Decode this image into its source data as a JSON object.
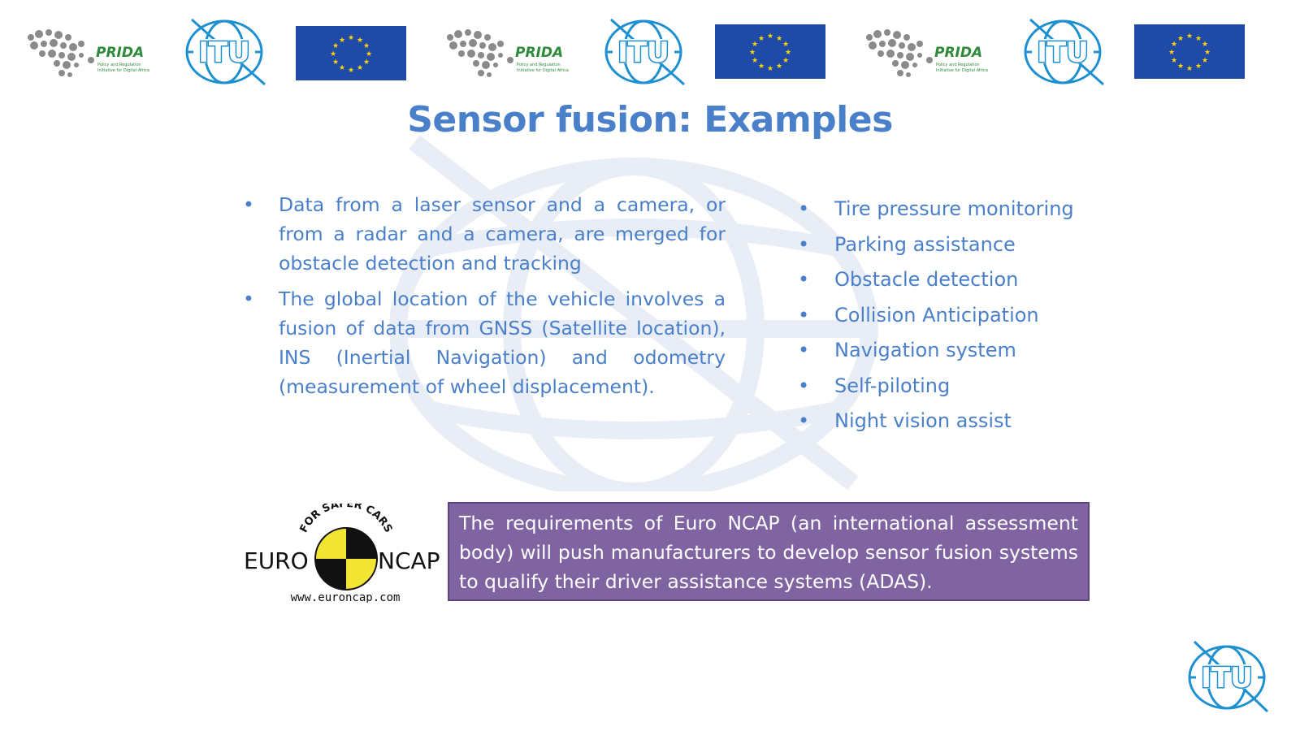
{
  "slide": {
    "title": "Sensor fusion: Examples",
    "left_bullets": [
      "Data from a laser sensor and a camera, or from a radar and a camera, are merged for obstacle detection and tracking",
      "The global location of the vehicle involves a fusion of data from GNSS (Satellite location), INS (Inertial Navigation) and odometry (measurement of wheel displacement)."
    ],
    "right_bullets": [
      "Tire pressure monitoring",
      "Parking assistance",
      "Obstacle detection",
      "Collision Anticipation",
      "Navigation system",
      "Self-piloting",
      "Night vision assist"
    ],
    "bullet_glyph": "•",
    "info_box": "The requirements of Euro NCAP (an international assessment body) will push manufacturers to develop sensor fusion systems to qualify their driver assistance systems (ADAS)."
  },
  "logos": {
    "prida_name": "PRIDA",
    "prida_tagline_1": "Policy and Regulation",
    "prida_tagline_2": "Initiative for Digital Africa",
    "itu_name": "ITU",
    "euroncap_left": "EURO",
    "euroncap_right": "NCAP",
    "euroncap_arc": "FOR SAFER CARS",
    "euroncap_url": "www.euroncap.com",
    "icons": [
      "prida-logo",
      "itu-logo",
      "eu-flag",
      "euroncap-logo"
    ]
  },
  "colors": {
    "title_blue": "#4a7fc9",
    "itu_blue": "#1e8fd0",
    "eu_blue": "#1f4aa8",
    "eu_star": "#ffd400",
    "prida_green": "#2f8a3b",
    "box_purple": "#8064a2",
    "ncap_yellow": "#f2e533"
  }
}
